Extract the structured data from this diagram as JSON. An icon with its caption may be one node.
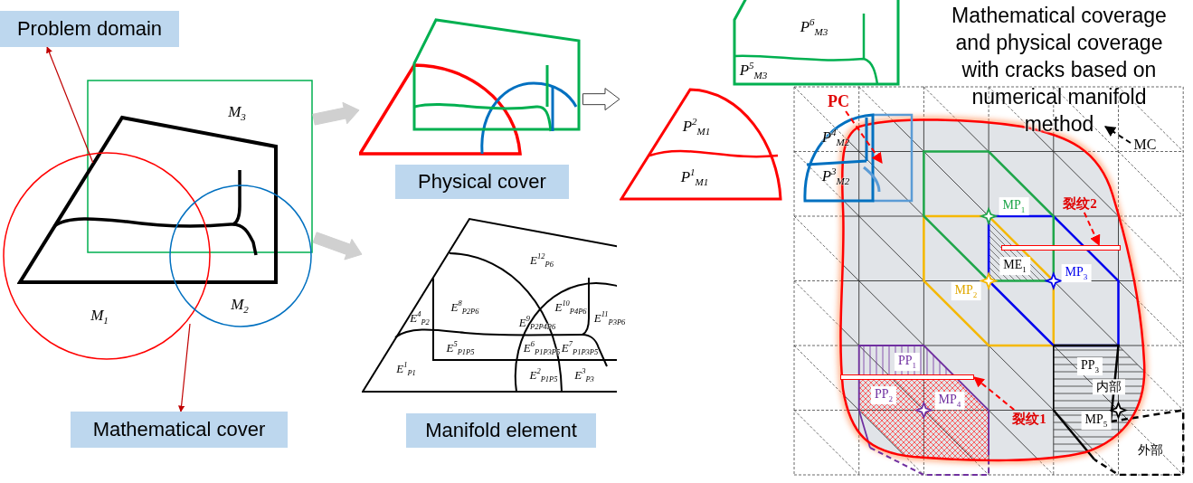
{
  "diagram": {
    "title": "Mathematical coverage and physical coverage with cracks based on numerical manifold method",
    "nodes": [
      {
        "text": [
          "Problem domain"
        ]
      },
      {
        "text": [
          "M$_{3}$"
        ]
      },
      {
        "text": [],
        "shape": "picture"
      },
      {
        "text": [
          "M$_{1}$"
        ]
      },
      {
        "text": [
          "M$_{2}$"
        ]
      },
      {
        "text": [
          "Mathematical cover"
        ]
      },
      {
        "text": [],
        "shape": "picture"
      },
      {
        "text": [
          "Physical cover"
        ]
      },
      {
        "text": [],
        "shape": "picture"
      },
      {
        "text": [
          "Manifold element"
        ]
      },
      {
        "text": [
          "P$^{6}$$_{M3}$",
          "P$^{5}$$_{M3}$"
        ]
      },
      {
        "text": [
          "P$^{2}$$_{M1}$",
          "P$^{1}$$_{M1}$"
        ]
      },
      {
        "text": [],
        "shape": "picture"
      },
      {
        "text": [
          "P$^{4}$$_{M2}$",
          "P$^{3}$$_{M2}$"
        ]
      },
      {
        "text": [
          "PC"
        ]
      },
      {
        "text": [
          "MC"
        ],
        "in": 12
      },
      {
        "text": [
          "裂纹2"
        ],
        "in": 12
      },
      {
        "text": [
          "裂纹1"
        ],
        "in": 12
      },
      {
        "text": [
          "MP$_{1}$"
        ],
        "in": 12
      },
      {
        "text": [
          "ME$_{1}$"
        ],
        "in": 12
      },
      {
        "text": [
          "MP$_{3}$"
        ],
        "in": 12
      },
      {
        "text": [
          "MP$_{2}$"
        ],
        "in": 12
      },
      {
        "text": [
          "PP$_{1}$"
        ],
        "in": 12
      },
      {
        "text": [
          "PP$_{2}$"
        ],
        "in": 12
      },
      {
        "text": [
          "MP$_{4}$"
        ],
        "in": 12
      },
      {
        "text": [
          "PP$_{3}$"
        ],
        "in": 12
      },
      {
        "text": [
          "内部"
        ],
        "in": 12
      },
      {
        "text": [
          "MP$_{5}$"
        ],
        "in": 12
      },
      {
        "text": [],
        "shape": "bar",
        "in": 12
      },
      {
        "text": [],
        "shape": "bar",
        "in": 12
      }
    ],
    "edges": [
      {
        "from": 2,
        "to": 0,
        "arrow": "to",
        "color": "#c00000"
      },
      {
        "from": 3,
        "to": 5,
        "arrow": "to",
        "color": "#c00000"
      },
      {
        "from": 1,
        "to": 6,
        "arrow": "to",
        "style": "thick",
        "color": "#d0d0d0"
      },
      {
        "from": 4,
        "to": 8,
        "arrow": "to",
        "style": "thick",
        "color": "#d0d0d0"
      },
      {
        "from": 6,
        "to": 11,
        "arrow": "to",
        "style": "thick",
        "color": "#ffffff"
      },
      {
        "from": 14,
        "to": 13,
        "arrow": "to",
        "style": "dashed",
        "color": "#ff0000"
      },
      {
        "from": 15,
        "to": 12,
        "arrow": "to",
        "style": "dashed",
        "color": "#000000"
      },
      {
        "from": 16,
        "to": 28,
        "arrow": "to",
        "style": "dashed",
        "color": "#ff0000"
      },
      {
        "from": 17,
        "to": 29,
        "arrow": "to",
        "style": "dashed",
        "color": "#ff0000"
      }
    ],
    "labels": [
      "E$^{12}$$_{P6}$",
      "E$^{4}$$_{P2}$",
      "E$^{8}$$_{P2P6}$",
      "E$^{9}$$_{P2P4P6}$",
      "E$^{10}$$_{P4P6}$",
      "E$^{11}$$_{P3P6}$",
      "E$^{5}$$_{P1P5}$",
      "E$^{6}$$_{P1P3P5}$",
      "E$^{7}$$_{P1P3P5}$",
      "E$^{1}$$_{P1}$",
      "E$^{2}$$_{P1P5}$",
      "E$^{3}$$_{P3}$",
      "外部"
    ]
  }
}
